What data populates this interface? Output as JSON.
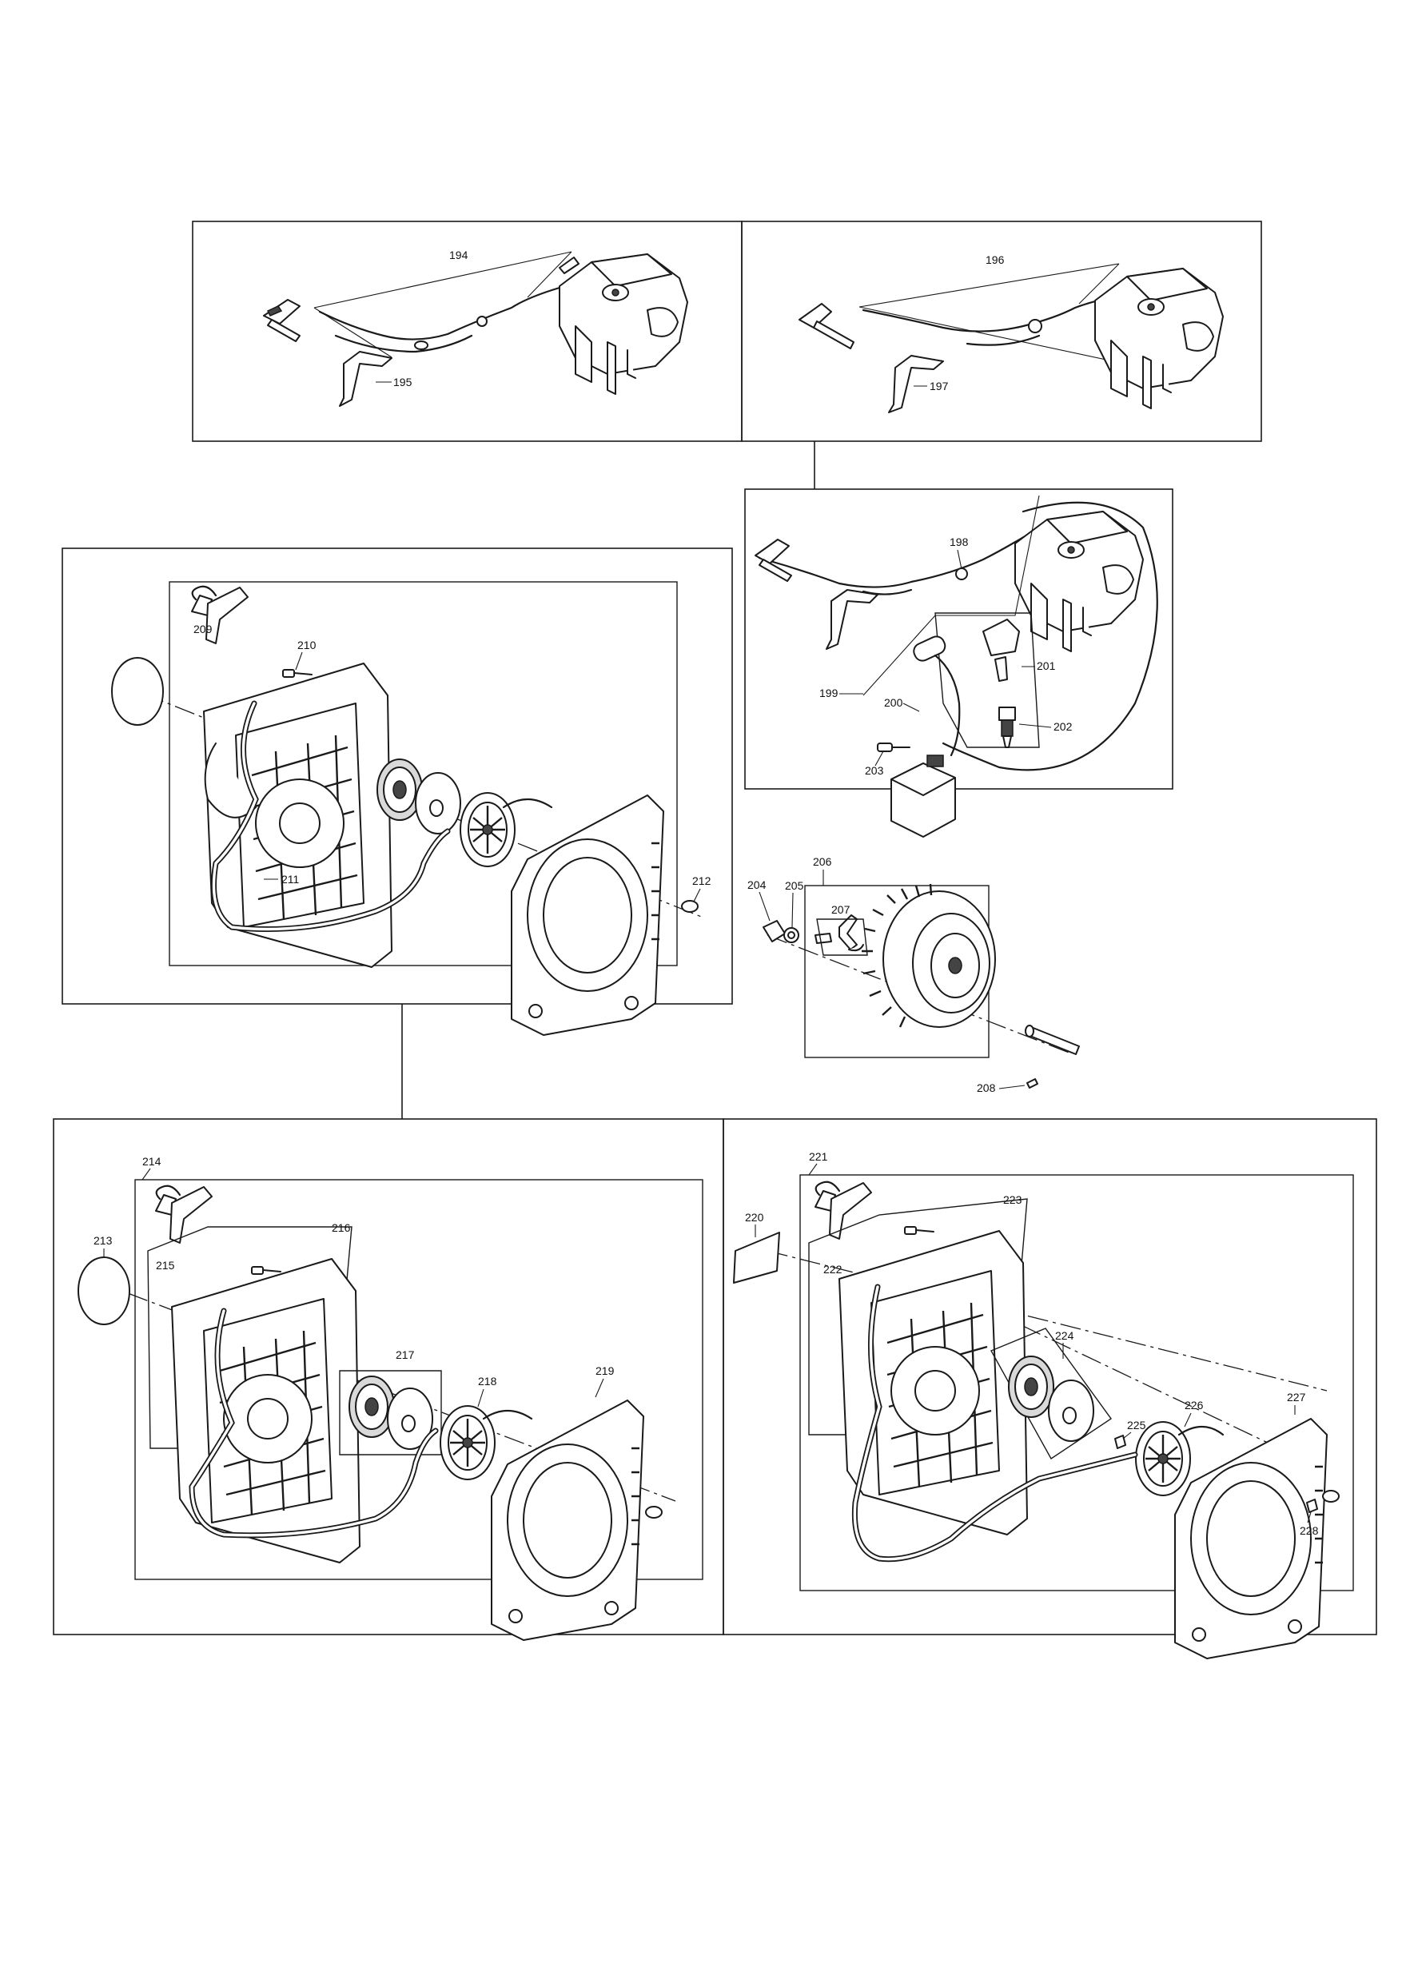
{
  "labels": {
    "p194": "194",
    "p195": "195",
    "p196": "196",
    "p197": "197",
    "p198": "198",
    "p199": "199",
    "p200": "200",
    "p201": "201",
    "p202": "202",
    "p203": "203",
    "p204": "204",
    "p205": "205",
    "p206": "206",
    "p207": "207",
    "p208": "208",
    "p209": "209",
    "p210": "210",
    "p211": "211",
    "p212": "212",
    "p213": "213",
    "p214": "214",
    "p215": "215",
    "p216": "216",
    "p217": "217",
    "p218": "218",
    "p219": "219",
    "p220": "220",
    "p221": "221",
    "p222": "222",
    "p223": "223",
    "p224": "224",
    "p225": "225",
    "p226": "226",
    "p227": "227",
    "p228": "228"
  }
}
